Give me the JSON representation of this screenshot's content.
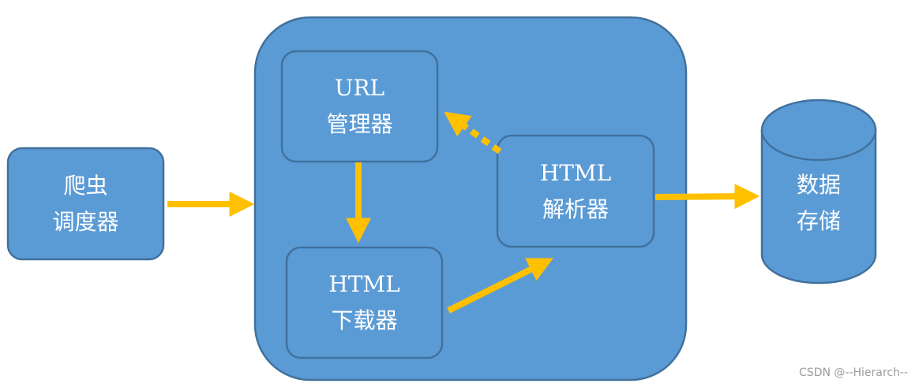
{
  "nodes": {
    "scheduler": {
      "line1": "爬虫",
      "line2": "调度器"
    },
    "url_manager": {
      "line1": "URL",
      "line2": "管理器"
    },
    "downloader": {
      "line1": "HTML",
      "line2": "下载器"
    },
    "parser": {
      "line1": "HTML",
      "line2": "解析器"
    },
    "storage": {
      "line1": "数据",
      "line2": "存储"
    }
  },
  "watermark": "CSDN @--Hierarch--",
  "colors": {
    "box_fill": "#5b9bd5",
    "box_stroke": "#41719c",
    "arrow": "#ffc000",
    "text": "#ffffff"
  }
}
